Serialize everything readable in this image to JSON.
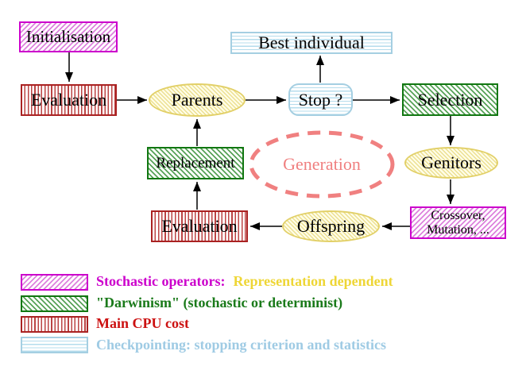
{
  "nodes": {
    "initialisation": "Initialisation",
    "evaluation_top": "Evaluation",
    "parents": "Parents",
    "best_individual": "Best individual",
    "stop": "Stop ?",
    "selection": "Selection",
    "replacement": "Replacement",
    "generation": "Generation",
    "genitors": "Genitors",
    "evaluation_bottom": "Evaluation",
    "offspring": "Offspring",
    "crossover_line1": "Crossover,",
    "crossover_line2": "Mutation, ..."
  },
  "legend": {
    "items": [
      {
        "swatch": "magenta-diagonal-hatch",
        "text": "Stochastic operators:",
        "text2": "Representation dependent"
      },
      {
        "swatch": "green-diagonal-hatch",
        "text": "\"Darwinism\" (stochastic or determinist)"
      },
      {
        "swatch": "red-vertical-stripes",
        "text": "Main CPU cost"
      },
      {
        "swatch": "cyan-horizontal-stripes",
        "text": "Checkpointing: stopping criterion and statistics"
      }
    ]
  },
  "colors": {
    "magenta": "#cc00cc",
    "green_border": "#117711",
    "green_text": "#1a7a1a",
    "red_border": "#aa2222",
    "red_text": "#cc1111",
    "cyan_border": "#a5cfe2",
    "cyan_text": "#9fcbe4",
    "yellow_border": "#e2d068",
    "yellow_text": "#eed636",
    "salmon": "#f08080",
    "arrow": "#000000"
  }
}
